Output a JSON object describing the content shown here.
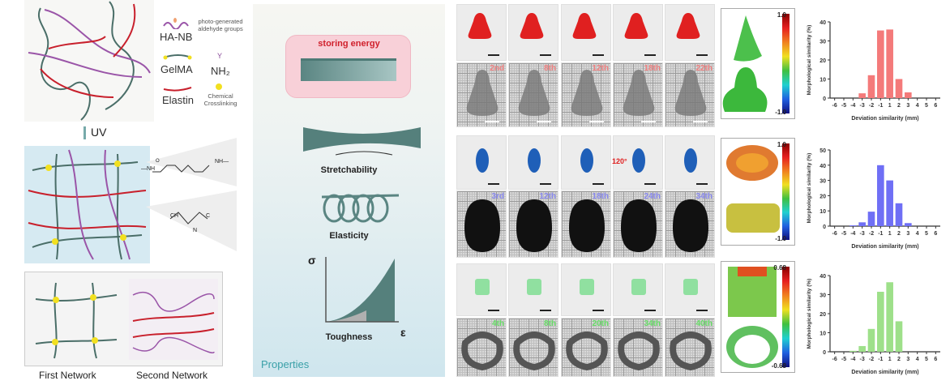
{
  "left_panel": {
    "legend": {
      "ha_nb": "HA-NB",
      "aldehyde": "photo-generated aldehyde groups",
      "gelma": "GelMA",
      "nh2": "NH₂",
      "elastin": "Elastin",
      "crosslinking": "Chemical Crosslinking"
    },
    "uv_label": "UV",
    "chem": {
      "nh_left": "—NH",
      "nh_right": "NH—",
      "o": "O",
      "ch": "CH",
      "c": "C",
      "n": "N"
    },
    "first_network": "First Network",
    "second_network": "Second Network"
  },
  "properties_panel": {
    "storing_energy": "storing energy",
    "stretchability": "Stretchability",
    "elasticity": "Elasticity",
    "sigma": "σ",
    "epsilon": "ε",
    "toughness": "Toughness",
    "title": "Properties"
  },
  "rows": [
    {
      "name": "nose",
      "color": "#e02020",
      "label_color": "#f08080",
      "labels": [
        "2nd",
        "8th",
        "12th",
        "18th",
        "22th"
      ]
    },
    {
      "name": "ear",
      "color": "#1f5fb8",
      "label_color": "#8888ee",
      "labels": [
        "3rd",
        "12th",
        "18th",
        "24th",
        "34th"
      ],
      "angle": "120°"
    },
    {
      "name": "trachea",
      "color": "#90e0a0",
      "label_color": "#66dd66",
      "labels": [
        "4th",
        "8th",
        "20th",
        "34th",
        "40th"
      ]
    }
  ],
  "colormaps": [
    {
      "max": "1.0",
      "min": "-1.0"
    },
    {
      "max": "1.0",
      "min": "-1.0"
    },
    {
      "max": "0.68",
      "min": "-0.68"
    }
  ],
  "chart_data": [
    {
      "type": "bar",
      "title": "",
      "xlabel": "Deviation similarity (mm)",
      "ylabel": "Morphological similarity (%)",
      "categories": [
        "-6",
        "-5",
        "-4",
        "-3",
        "-2",
        "-1",
        "1",
        "2",
        "3",
        "4",
        "5",
        "6"
      ],
      "values": [
        0,
        0,
        0,
        2.5,
        12,
        35.5,
        36,
        10,
        3,
        0,
        0,
        0
      ],
      "ylim": [
        0,
        40
      ],
      "yticks": [
        0,
        10,
        20,
        30,
        40
      ],
      "color": "#f47a7a"
    },
    {
      "type": "bar",
      "title": "",
      "xlabel": "Deviation similarity (mm)",
      "ylabel": "Morphological similarity (%)",
      "categories": [
        "-6",
        "-5",
        "-4",
        "-3",
        "-2",
        "-1",
        "1",
        "2",
        "3",
        "4",
        "5",
        "6"
      ],
      "values": [
        0,
        0,
        0.5,
        2.5,
        9.5,
        40,
        30,
        15,
        2,
        0,
        0,
        0
      ],
      "ylim": [
        0,
        50
      ],
      "yticks": [
        0,
        10,
        20,
        30,
        40,
        50
      ],
      "color": "#6f6ff5"
    },
    {
      "type": "bar",
      "title": "",
      "xlabel": "Deviation similarity (mm)",
      "ylabel": "Morphological similarity (%)",
      "categories": [
        "-6",
        "-5",
        "-4",
        "-3",
        "-2",
        "-1",
        "1",
        "2",
        "3",
        "4",
        "5",
        "6"
      ],
      "values": [
        0,
        0,
        0.5,
        3,
        12,
        31.5,
        36.5,
        16,
        0,
        0,
        0,
        0
      ],
      "ylim": [
        0,
        40
      ],
      "yticks": [
        0,
        10,
        20,
        30,
        40
      ],
      "color": "#9ee08a"
    }
  ]
}
